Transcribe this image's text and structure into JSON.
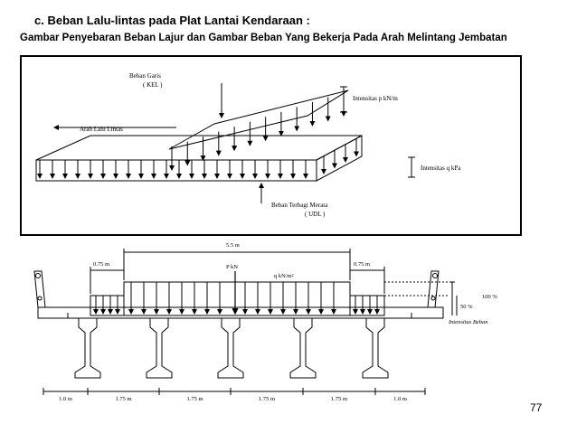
{
  "slide": {
    "heading": "c. Beban Lalu-lintas pada Plat Lantai Kendaraan :",
    "subheading": "Gambar Penyebaran Beban Lajur  dan  Gambar Beban Yang Bekerja Pada Arah Melintang Jembatan",
    "page_number": "77"
  },
  "figure_top": {
    "kel_label_1": "Beban Garis",
    "kel_label_2": "( KEL )",
    "intensity_p": "Intensitas p kN/m",
    "traffic_direction": "Arah Lalu Lintas",
    "intensity_q": "Intensitas q kPa",
    "udl_label_1": "Beban Terbagi Merata",
    "udl_label_2": "( UDL )"
  },
  "figure_bottom": {
    "width_label": "5.5 m",
    "left_offset": "0.75 m",
    "right_offset": "0.75 m",
    "p_label": "P kN",
    "q_label": "q kN/m²",
    "pct_100": "100 %",
    "pct_50": "50 %",
    "intensity_label": "Intensitas Beban",
    "spans": [
      "1.0 m",
      "1.75 m",
      "1.75 m",
      "1.75 m",
      "1.75 m",
      "1.0 m"
    ]
  }
}
